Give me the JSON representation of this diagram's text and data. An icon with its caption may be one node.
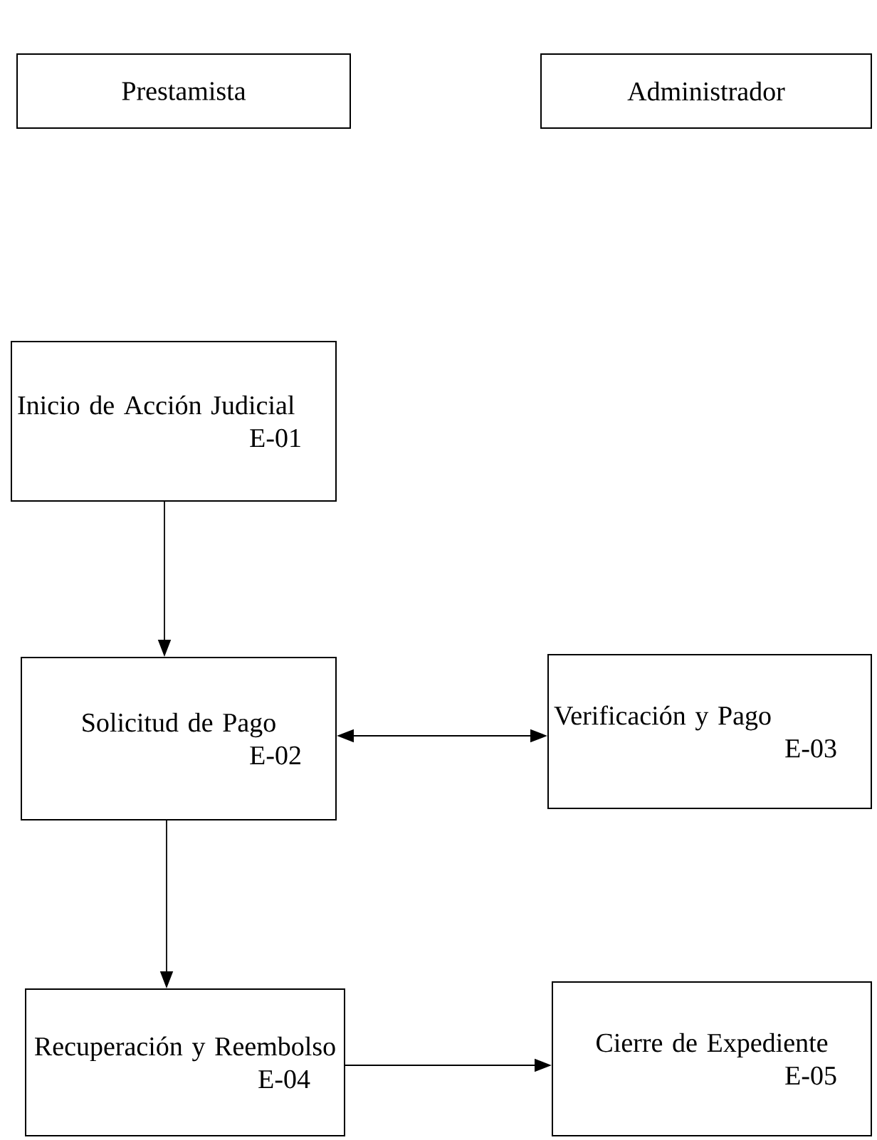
{
  "diagram": {
    "nodes": [
      {
        "text": [
          "Prestamista"
        ]
      },
      {
        "text": [
          "Administrador"
        ]
      },
      {
        "text": [
          "Inicio de Acción Judicial",
          "E-01"
        ]
      },
      {
        "text": [
          "Solicitud de Pago",
          "E-02"
        ]
      },
      {
        "text": [
          "Verificación y Pago",
          "E-03"
        ]
      },
      {
        "text": [
          "Recuperación y Reembolso",
          "E-04"
        ]
      },
      {
        "text": [
          "Cierre de Expediente",
          "E-05"
        ]
      }
    ],
    "edges": [
      {
        "from": 2,
        "to": 3,
        "arrow": "to"
      },
      {
        "from": 3,
        "to": 4,
        "arrow": "both"
      },
      {
        "from": 3,
        "to": 5,
        "arrow": "to"
      },
      {
        "from": 5,
        "to": 6,
        "arrow": "to"
      }
    ]
  }
}
